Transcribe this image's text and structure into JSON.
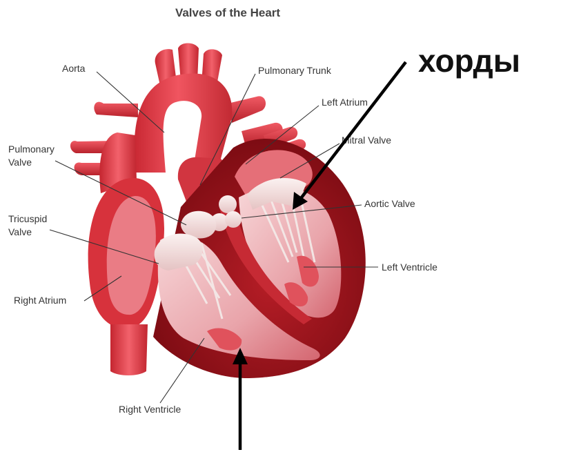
{
  "title": "Valves of the Heart",
  "labels": {
    "aorta": "Aorta",
    "pulmonary_trunk": "Pulmonary Trunk",
    "left_atrium": "Left Atrium",
    "mitral_valve": "Mitral Valve",
    "pulmonary_valve_line1": "Pulmonary",
    "pulmonary_valve_line2": "Valve",
    "aortic_valve": "Aortic Valve",
    "tricuspid_valve_line1": "Tricuspid",
    "tricuspid_valve_line2": "Valve",
    "left_ventricle": "Left Ventricle",
    "right_atrium": "Right Atrium",
    "right_ventricle": "Right Ventricle"
  },
  "annotation": {
    "text": "хорды"
  },
  "colors": {
    "heart_red": "#d83a45",
    "heart_dark": "#8a1018",
    "muscle": "#a3141c",
    "chamber_inner": "#f3c9cd",
    "valve_white": "#f1e6e4",
    "arrow": "#000000"
  }
}
